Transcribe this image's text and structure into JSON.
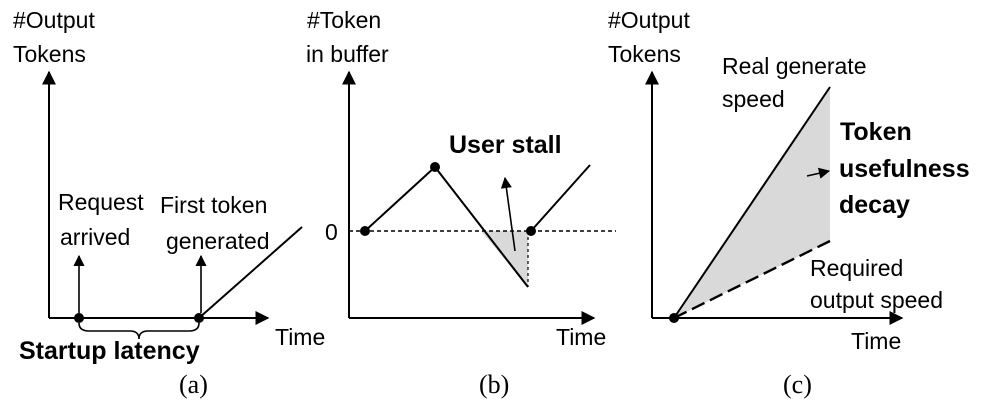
{
  "panel_a": {
    "ylabel_line1": "#Output",
    "ylabel_line2": "Tokens",
    "request_line1": "Request",
    "request_line2": "arrived",
    "first_token_line1": "First token",
    "first_token_line2": "generated",
    "xlabel": "Time",
    "startup_latency": "Startup latency",
    "caption": "(a)"
  },
  "panel_b": {
    "ylabel_line1": "#Token",
    "ylabel_line2": "in buffer",
    "zero_tick": "0",
    "user_stall": "User stall",
    "xlabel": "Time",
    "caption": "(b)"
  },
  "panel_c": {
    "ylabel_line1": "#Output",
    "ylabel_line2": "Tokens",
    "real_speed_line1": "Real generate",
    "real_speed_line2": "speed",
    "decay_line1": "Token",
    "decay_line2": "usefulness",
    "decay_line3": "decay",
    "required_line1": "Required",
    "required_line2": "output speed",
    "xlabel": "Time",
    "caption": "(c)"
  },
  "colors": {
    "ink": "#000000",
    "shade": "#d9d9d9"
  }
}
